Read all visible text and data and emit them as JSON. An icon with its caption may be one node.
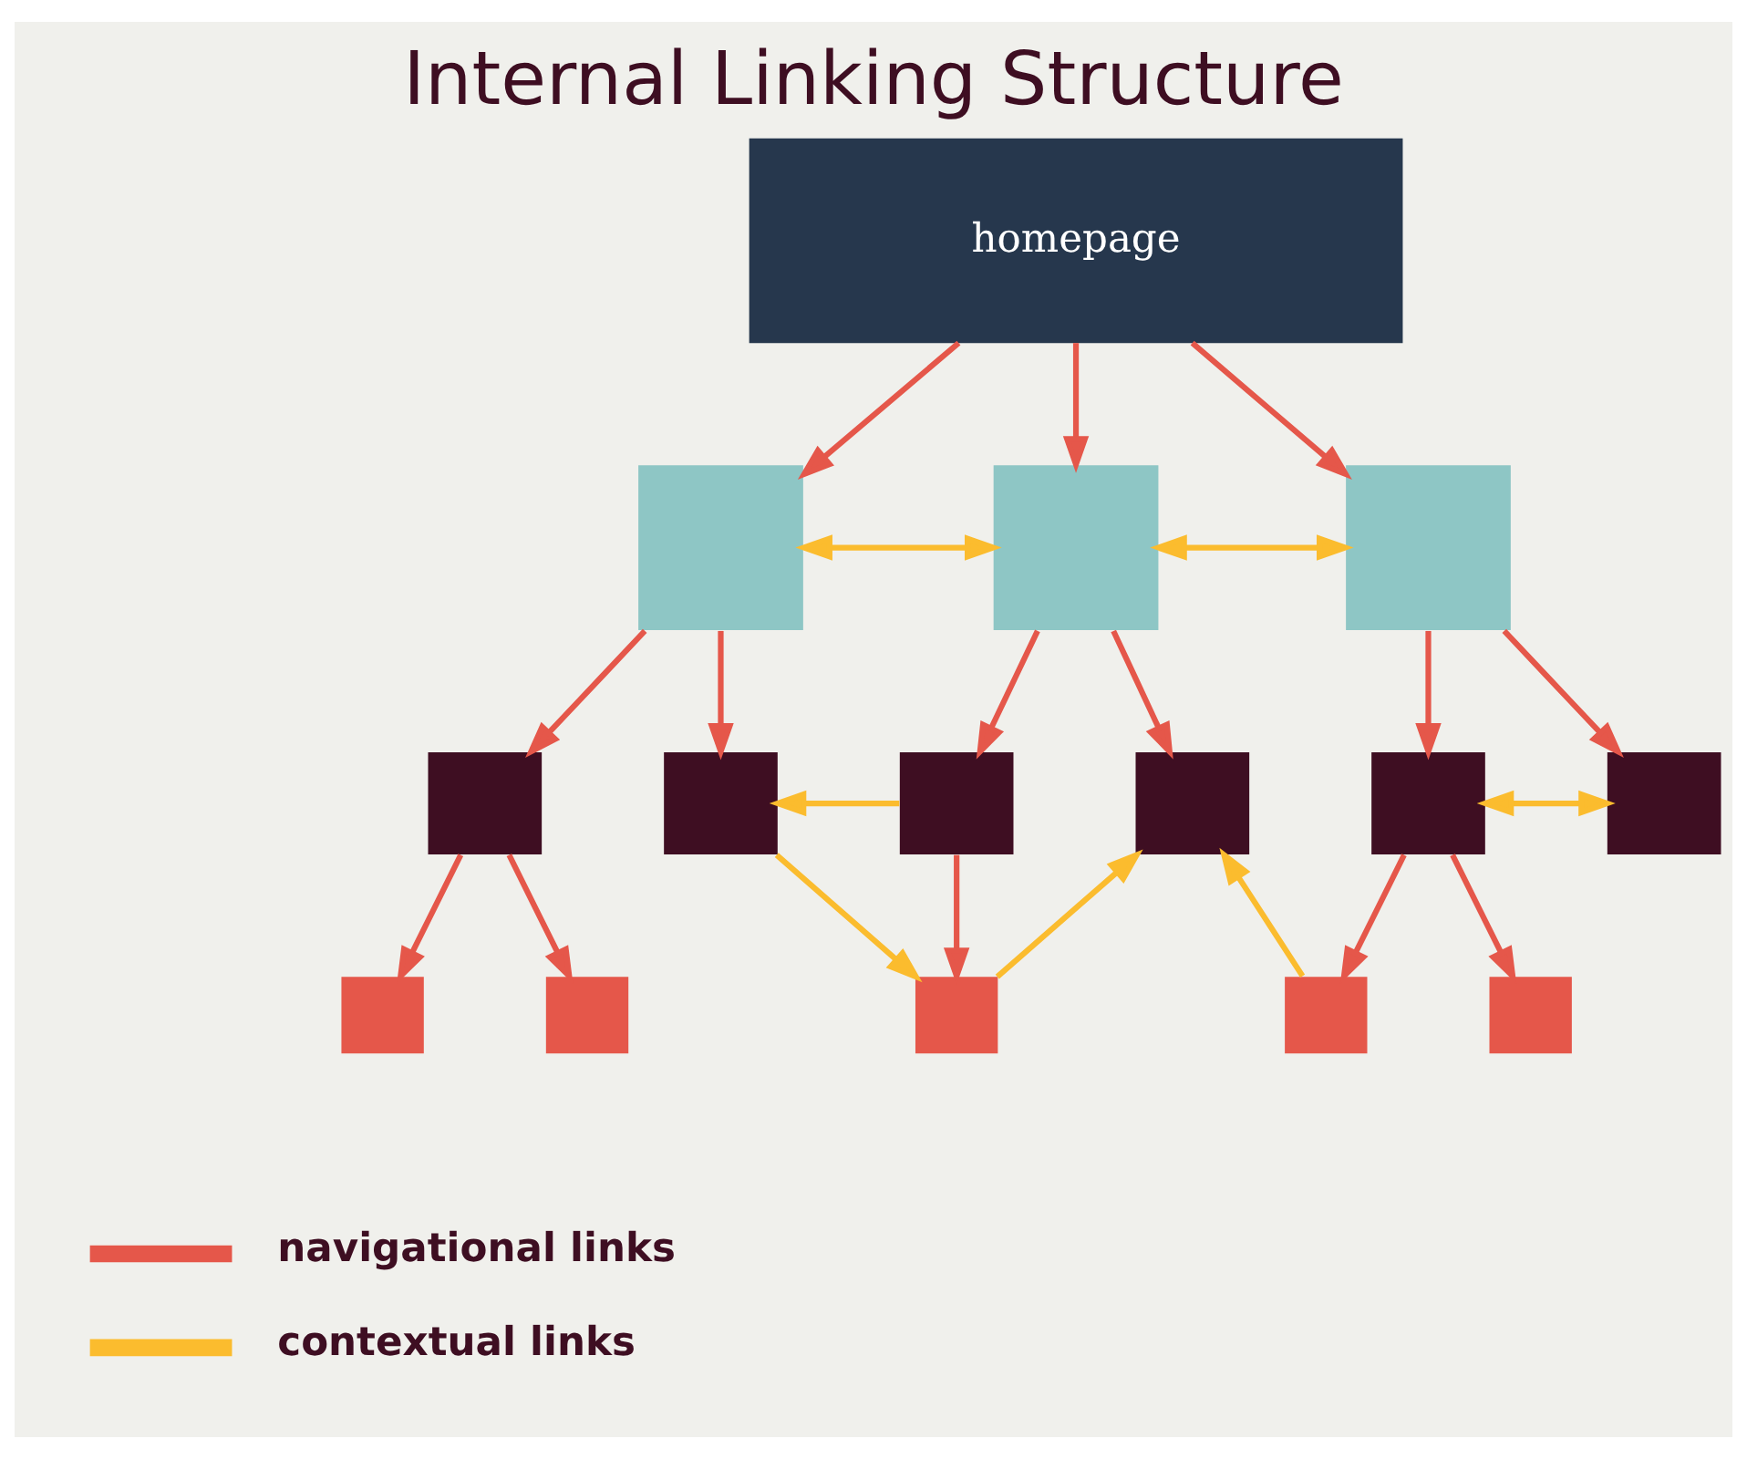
{
  "diagram": {
    "title": "Internal Linking Structure",
    "nodes": [
      {
        "text": [
          "homepage"
        ]
      },
      {
        "text": [],
        "shape": "box"
      },
      {
        "text": [],
        "shape": "box"
      },
      {
        "text": [],
        "shape": "box"
      },
      {
        "text": [],
        "shape": "box"
      },
      {
        "text": [],
        "shape": "box"
      },
      {
        "text": [],
        "shape": "box"
      },
      {
        "text": [],
        "shape": "box"
      },
      {
        "text": [],
        "shape": "box"
      },
      {
        "text": [],
        "shape": "box"
      },
      {
        "text": [],
        "shape": "box"
      },
      {
        "text": [],
        "shape": "box"
      },
      {
        "text": [],
        "shape": "box"
      },
      {
        "text": [],
        "shape": "box"
      },
      {
        "text": [],
        "shape": "box"
      }
    ],
    "edges": [
      {
        "from": 0,
        "to": 1,
        "arrow": "to"
      },
      {
        "from": 0,
        "to": 2,
        "arrow": "to"
      },
      {
        "from": 0,
        "to": 3,
        "arrow": "to"
      },
      {
        "from": 1,
        "to": 2,
        "arrow": "both",
        "color": "#fbbc2e"
      },
      {
        "from": 2,
        "to": 3,
        "arrow": "both",
        "color": "#fbbc2e"
      },
      {
        "from": 1,
        "to": 4,
        "arrow": "to"
      },
      {
        "from": 1,
        "to": 5,
        "arrow": "to"
      },
      {
        "from": 2,
        "to": 6,
        "arrow": "to"
      },
      {
        "from": 2,
        "to": 7,
        "arrow": "to"
      },
      {
        "from": 3,
        "to": 8,
        "arrow": "to"
      },
      {
        "from": 3,
        "to": 9,
        "arrow": "to"
      },
      {
        "from": 6,
        "to": 5,
        "arrow": "to",
        "color": "#fbbc2e"
      },
      {
        "from": 8,
        "to": 9,
        "arrow": "both",
        "color": "#fbbc2e"
      },
      {
        "from": 4,
        "to": 10,
        "arrow": "to"
      },
      {
        "from": 4,
        "to": 11,
        "arrow": "to"
      },
      {
        "from": 5,
        "to": 12,
        "arrow": "to",
        "color": "#fbbc2e"
      },
      {
        "from": 6,
        "to": 12,
        "arrow": "to"
      },
      {
        "from": 12,
        "to": 7,
        "arrow": "to",
        "color": "#fbbc2e"
      },
      {
        "from": 13,
        "to": 7,
        "arrow": "to",
        "color": "#fbbc2e"
      },
      {
        "from": 8,
        "to": 13,
        "arrow": "to"
      },
      {
        "from": 8,
        "to": 14,
        "arrow": "to"
      }
    ],
    "legend": [
      {
        "text": "navigational links"
      },
      {
        "text": "contextual links"
      }
    ]
  }
}
